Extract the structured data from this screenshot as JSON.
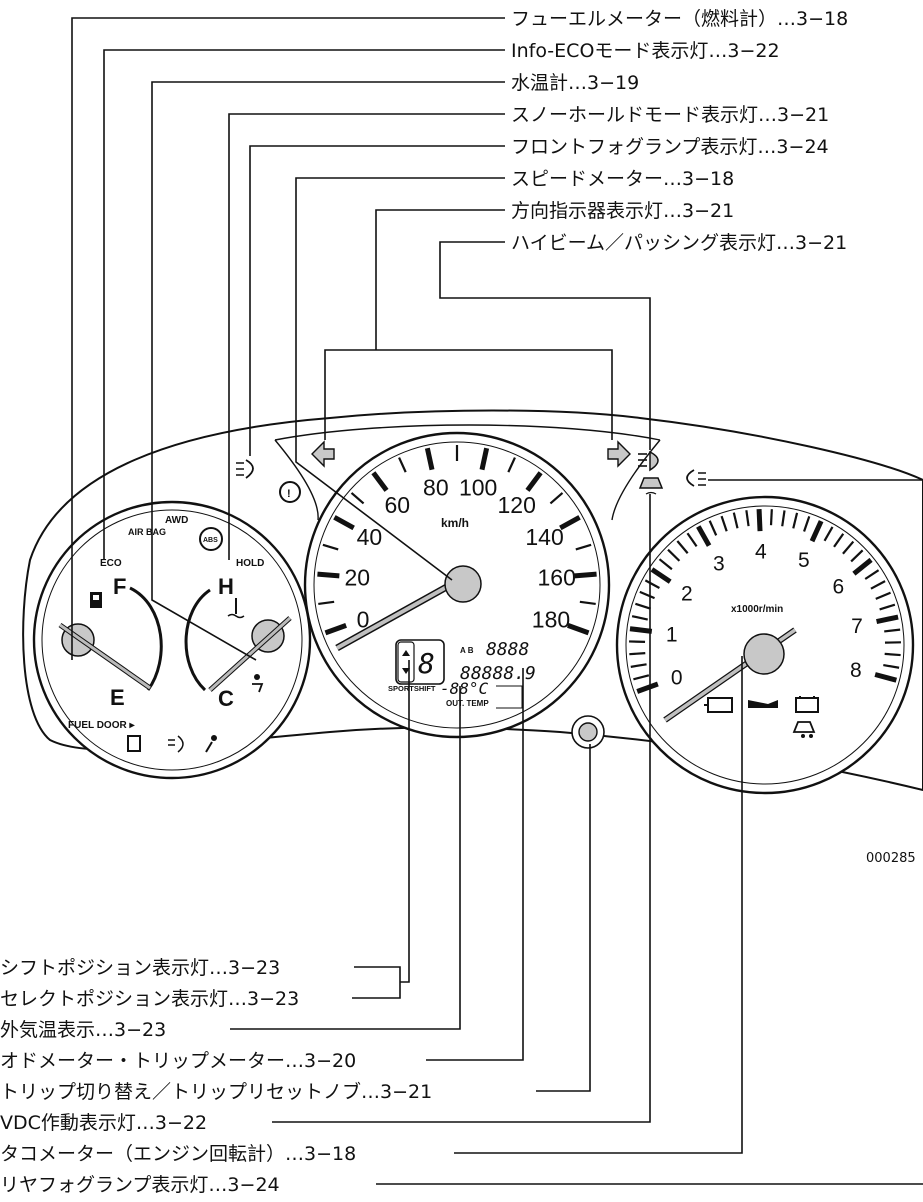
{
  "callouts_top": [
    "フューエルメーター（燃料計）…3−18",
    "Info-ECOモード表示灯…3−22",
    "水温計…3−19",
    "スノーホールドモード表示灯…3−21",
    "フロントフォグランプ表示灯…3−24",
    "スピードメーター…3−18",
    "方向指示器表示灯…3−21",
    "ハイビーム／パッシング表示灯…3−21"
  ],
  "callouts_bottom": [
    "シフトポジション表示灯…3−23",
    "セレクトポジション表示灯…3−23",
    "外気温表示…3−23",
    "オドメーター・トリップメーター…3−20",
    "トリップ切り替え／トリップリセットノブ…3−21",
    "VDC作動表示灯…3−22",
    "タコメーター（エンジン回転計）…3−18",
    "リヤフォグランプ表示灯…3−24"
  ],
  "figure_id": "000285",
  "speedometer": {
    "scale": [
      "0",
      "20",
      "40",
      "60",
      "80",
      "100",
      "120",
      "140",
      "160",
      "180"
    ],
    "unit": "km/h"
  },
  "tachometer": {
    "scale": [
      "0",
      "1",
      "2",
      "3",
      "4",
      "5",
      "6",
      "7",
      "8"
    ],
    "unit": "x1000r/min"
  },
  "fuel_gauge": {
    "full": "F",
    "empty": "E",
    "door_label": "FUEL DOOR ▸"
  },
  "temp_gauge": {
    "hot": "H",
    "cold": "C"
  },
  "left_pod_labels": {
    "eco": "ECO",
    "airbag": "AIR BAG",
    "awd": "AWD",
    "abs": "ABS",
    "hold": "HOLD"
  },
  "lcd": {
    "ab": "A B",
    "trip": "8888",
    "odo": "88888.9",
    "temp": "-88°C",
    "shift_label": "SPORTSHIFT",
    "temp_label": "OUT. TEMP",
    "gear": "8"
  }
}
